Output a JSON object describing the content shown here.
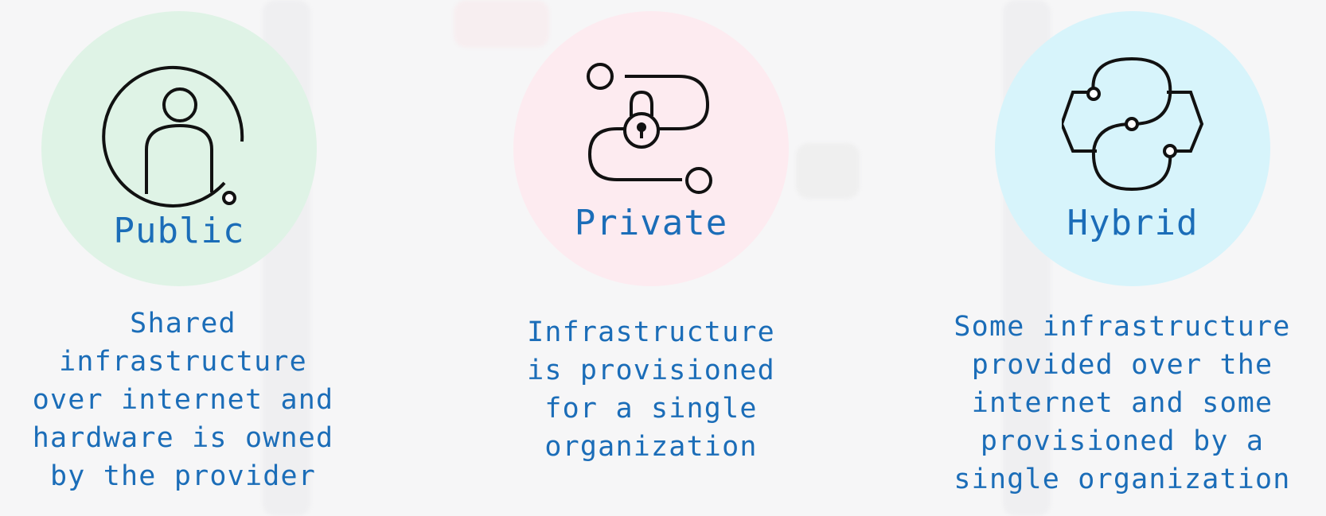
{
  "colors": {
    "text_accent": "#1b6db8",
    "public_circle": "#dff3e6",
    "private_circle": "#fdebf0",
    "hybrid_circle": "#d7f4fb",
    "icon_stroke": "#111111"
  },
  "cards": [
    {
      "title": "Public",
      "icon": "user-in-circle-icon",
      "description": "Shared\ninfrastructure\nover internet and\nhardware is owned\nby the provider"
    },
    {
      "title": "Private",
      "icon": "lock-path-icon",
      "description": "Infrastructure\nis provisioned\nfor a single\norganization"
    },
    {
      "title": "Hybrid",
      "icon": "hybrid-link-icon",
      "description": "Some infrastructure\nprovided over the\ninternet and some\nprovisioned by a\nsingle organization"
    }
  ]
}
